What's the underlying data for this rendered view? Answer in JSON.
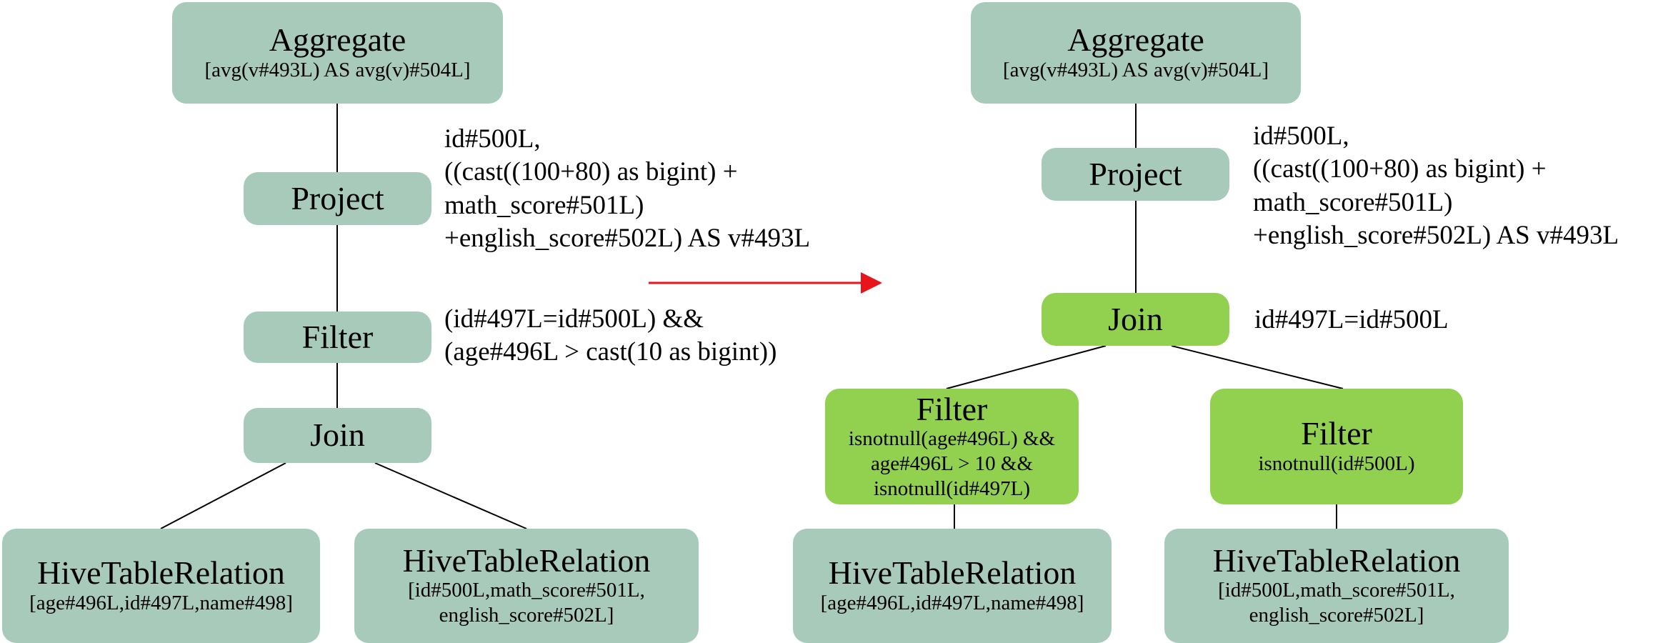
{
  "left_tree": {
    "aggregate": {
      "title": "Aggregate",
      "detail": "[avg(v#493L) AS avg(v)#504L]"
    },
    "project": {
      "title": "Project"
    },
    "filter": {
      "title": "Filter"
    },
    "join": {
      "title": "Join"
    },
    "relation_a": {
      "title": "HiveTableRelation",
      "detail": "[age#496L,id#497L,name#498]"
    },
    "relation_b": {
      "title": "HiveTableRelation",
      "detail_lines": [
        "[id#500L,math_score#501L,",
        "english_score#502L]"
      ]
    },
    "project_expr": [
      "id#500L,",
      "((cast((100+80) as bigint) +",
      "math_score#501L)",
      "+english_score#502L) AS v#493L"
    ],
    "filter_expr": [
      "(id#497L=id#500L) &&",
      "(age#496L > cast(10 as bigint))"
    ]
  },
  "right_tree": {
    "aggregate": {
      "title": "Aggregate",
      "detail": "[avg(v#493L) AS avg(v)#504L]"
    },
    "project": {
      "title": "Project"
    },
    "join": {
      "title": "Join"
    },
    "join_expr": "id#497L=id#500L",
    "filter_a": {
      "title": "Filter",
      "detail_lines": [
        "isnotnull(age#496L) &&",
        "age#496L > 10 &&",
        "isnotnull(id#497L)"
      ]
    },
    "filter_b": {
      "title": "Filter",
      "detail": "isnotnull(id#500L)"
    },
    "relation_a": {
      "title": "HiveTableRelation",
      "detail": "[age#496L,id#497L,name#498]"
    },
    "relation_b": {
      "title": "HiveTableRelation",
      "detail_lines": [
        "[id#500L,math_score#501L,",
        "english_score#502L]"
      ]
    },
    "project_expr": [
      "id#500L,",
      "((cast((100+80) as bigint) +",
      "math_score#501L)",
      "+english_score#502L) AS v#493L"
    ]
  },
  "colors": {
    "node_gray": "#a8cabb",
    "node_green": "#92d04f",
    "arrow": "#e8141b",
    "edge": "#000000"
  }
}
